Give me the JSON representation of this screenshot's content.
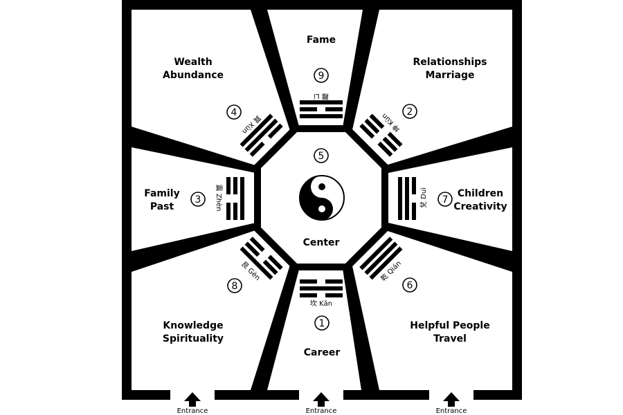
{
  "colors": {
    "ink": "#000000",
    "paper": "#ffffff"
  },
  "areas": [
    {
      "key": "fame",
      "lines": [
        "Fame"
      ],
      "number": "9",
      "trigram": "離 Lí",
      "pattern": [
        1,
        0,
        1
      ]
    },
    {
      "key": "relationships",
      "lines": [
        "Relationships",
        "Marriage"
      ],
      "number": "2",
      "trigram": "坤 Kūn",
      "pattern": [
        0,
        0,
        0
      ]
    },
    {
      "key": "children",
      "lines": [
        "Children",
        "Creativity"
      ],
      "number": "7",
      "trigram": "兌 Duì",
      "pattern": [
        0,
        1,
        1
      ]
    },
    {
      "key": "helpful",
      "lines": [
        "Helpful People",
        "Travel"
      ],
      "number": "6",
      "trigram": "乾 Qián",
      "pattern": [
        1,
        1,
        1
      ]
    },
    {
      "key": "career",
      "lines": [
        "Career"
      ],
      "number": "1",
      "trigram": "坎 Kǎn",
      "pattern": [
        0,
        1,
        0
      ]
    },
    {
      "key": "knowledge",
      "lines": [
        "Knowledge",
        "Spirituality"
      ],
      "number": "8",
      "trigram": "艮 Gèn",
      "pattern": [
        1,
        0,
        0
      ]
    },
    {
      "key": "family",
      "lines": [
        "Family",
        "Past"
      ],
      "number": "3",
      "trigram": "震 Zhèn",
      "pattern": [
        0,
        0,
        1
      ]
    },
    {
      "key": "wealth",
      "lines": [
        "Wealth",
        "Abundance"
      ],
      "number": "4",
      "trigram": "巽 Xùn",
      "pattern": [
        1,
        1,
        0
      ]
    }
  ],
  "center": {
    "label": "Center",
    "number": "5",
    "symbol": "yin-yang"
  },
  "entrances": [
    "Entrance",
    "Entrance",
    "Entrance"
  ],
  "icons": {
    "entrance": "up-arrow-icon",
    "center": "yin-yang-icon"
  }
}
